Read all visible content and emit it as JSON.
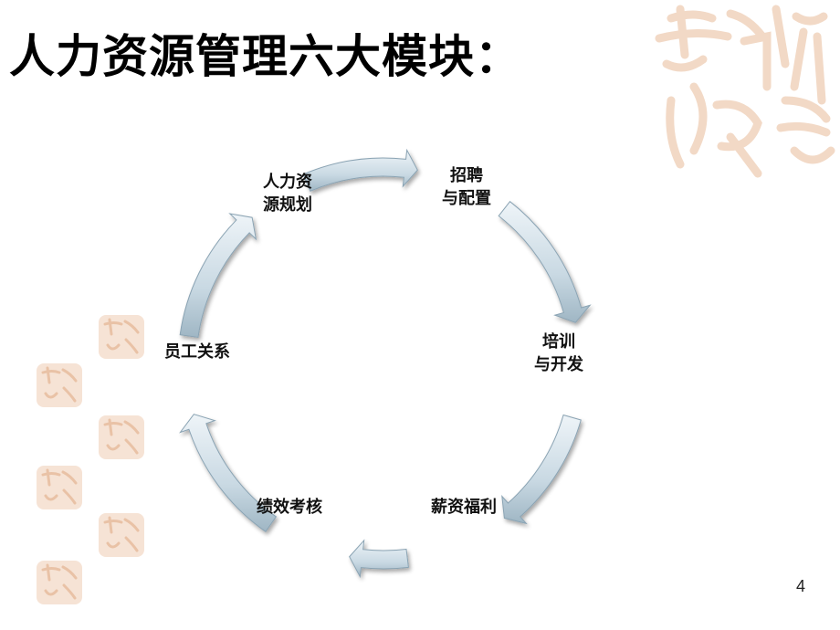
{
  "slide": {
    "title": "人力资源管理六大模块：",
    "page_number": "4"
  },
  "cycle": {
    "nodes": [
      {
        "id": "planning",
        "line1": "人力资",
        "line2": "源规划"
      },
      {
        "id": "recruiting",
        "line1": "招聘",
        "line2": "与配置"
      },
      {
        "id": "training",
        "line1": "培训",
        "line2": "与开发"
      },
      {
        "id": "compensation",
        "line1": "薪资福利",
        "line2": ""
      },
      {
        "id": "performance",
        "line1": "绩效考核",
        "line2": ""
      },
      {
        "id": "relations",
        "line1": "员工关系",
        "line2": ""
      }
    ],
    "arrow_color": "#cfdde6",
    "arrow_edge": "#8aa3b3"
  },
  "decoration": {
    "stamp_color": "#f3dccb"
  }
}
